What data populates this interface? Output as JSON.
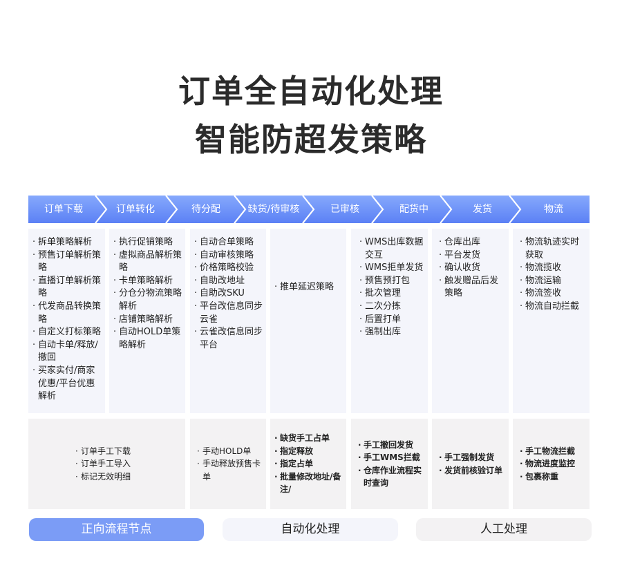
{
  "header": {
    "title_line1": "订单全自动化处理",
    "title_line2": "智能防超发策略"
  },
  "stages": [
    "订单下载",
    "订单转化",
    "待分配",
    "缺货/待审核",
    "已审核",
    "配货中",
    "发货",
    "物流"
  ],
  "auto_tasks": {
    "col1": [
      "拆单策略解析",
      "预售订单解析策略",
      "直播订单解析策略",
      "代发商品转换策略",
      "自定义打标策略",
      "自动卡单/释放/撤回",
      "买家实付/商家优惠/平台优惠解析"
    ],
    "col2": [
      "执行促销策略",
      "虚拟商品解析策略",
      "卡单策略解析",
      "分仓分物流策略解析",
      "店铺策略解析",
      "自动HOLD单策略解析"
    ],
    "col3": [
      "自动合单策略",
      "自动审核策略",
      "价格策略校验",
      "自助改地址",
      "自助改SKU",
      "平台改信息同步云雀",
      "云雀改信息同步平台"
    ],
    "col4": [
      "推单延迟策略"
    ],
    "col5": [
      "WMS出库数据交互",
      "WMS拒单发货",
      "预售预打包",
      "批次管理",
      "二次分拣",
      "后置打单",
      "强制出库"
    ],
    "col6": [
      "仓库出库",
      "平台发货",
      "确认收货",
      "触发赠品后发策略"
    ],
    "col7": [
      "物流轨迹实时获取",
      "物流揽收",
      "物流运输",
      "物流签收",
      "物流自动拦截"
    ]
  },
  "manual_tasks": {
    "col1": [
      "订单手工下载",
      "订单手工导入",
      "标记无效明细"
    ],
    "col2": [
      "手动HOLD单",
      "手动释放预售卡单"
    ],
    "col3": [
      "缺货手工占单",
      "指定释放",
      "指定占单",
      "批量修改地址/备注/"
    ],
    "col4": [
      "手工撤回发货",
      "手工WMS拦截",
      "仓库作业流程实时查询"
    ],
    "col5": [
      "手工强制发货",
      "发货前核验订单"
    ],
    "col6": [
      "手工物流拦截",
      "物流进度监控",
      "包裹称重"
    ]
  },
  "legend": {
    "forward_nodes": "正向流程节点",
    "auto_process": "自动化处理",
    "manual_process": "人工处理"
  },
  "colors": {
    "stage_blue_light": "#7fa4fb",
    "stage_blue_dark": "#5b82f6",
    "auto_bg": "#f4f5fb",
    "manual_bg": "#f3f2f3",
    "legend_blue": "#7b9cf6"
  }
}
